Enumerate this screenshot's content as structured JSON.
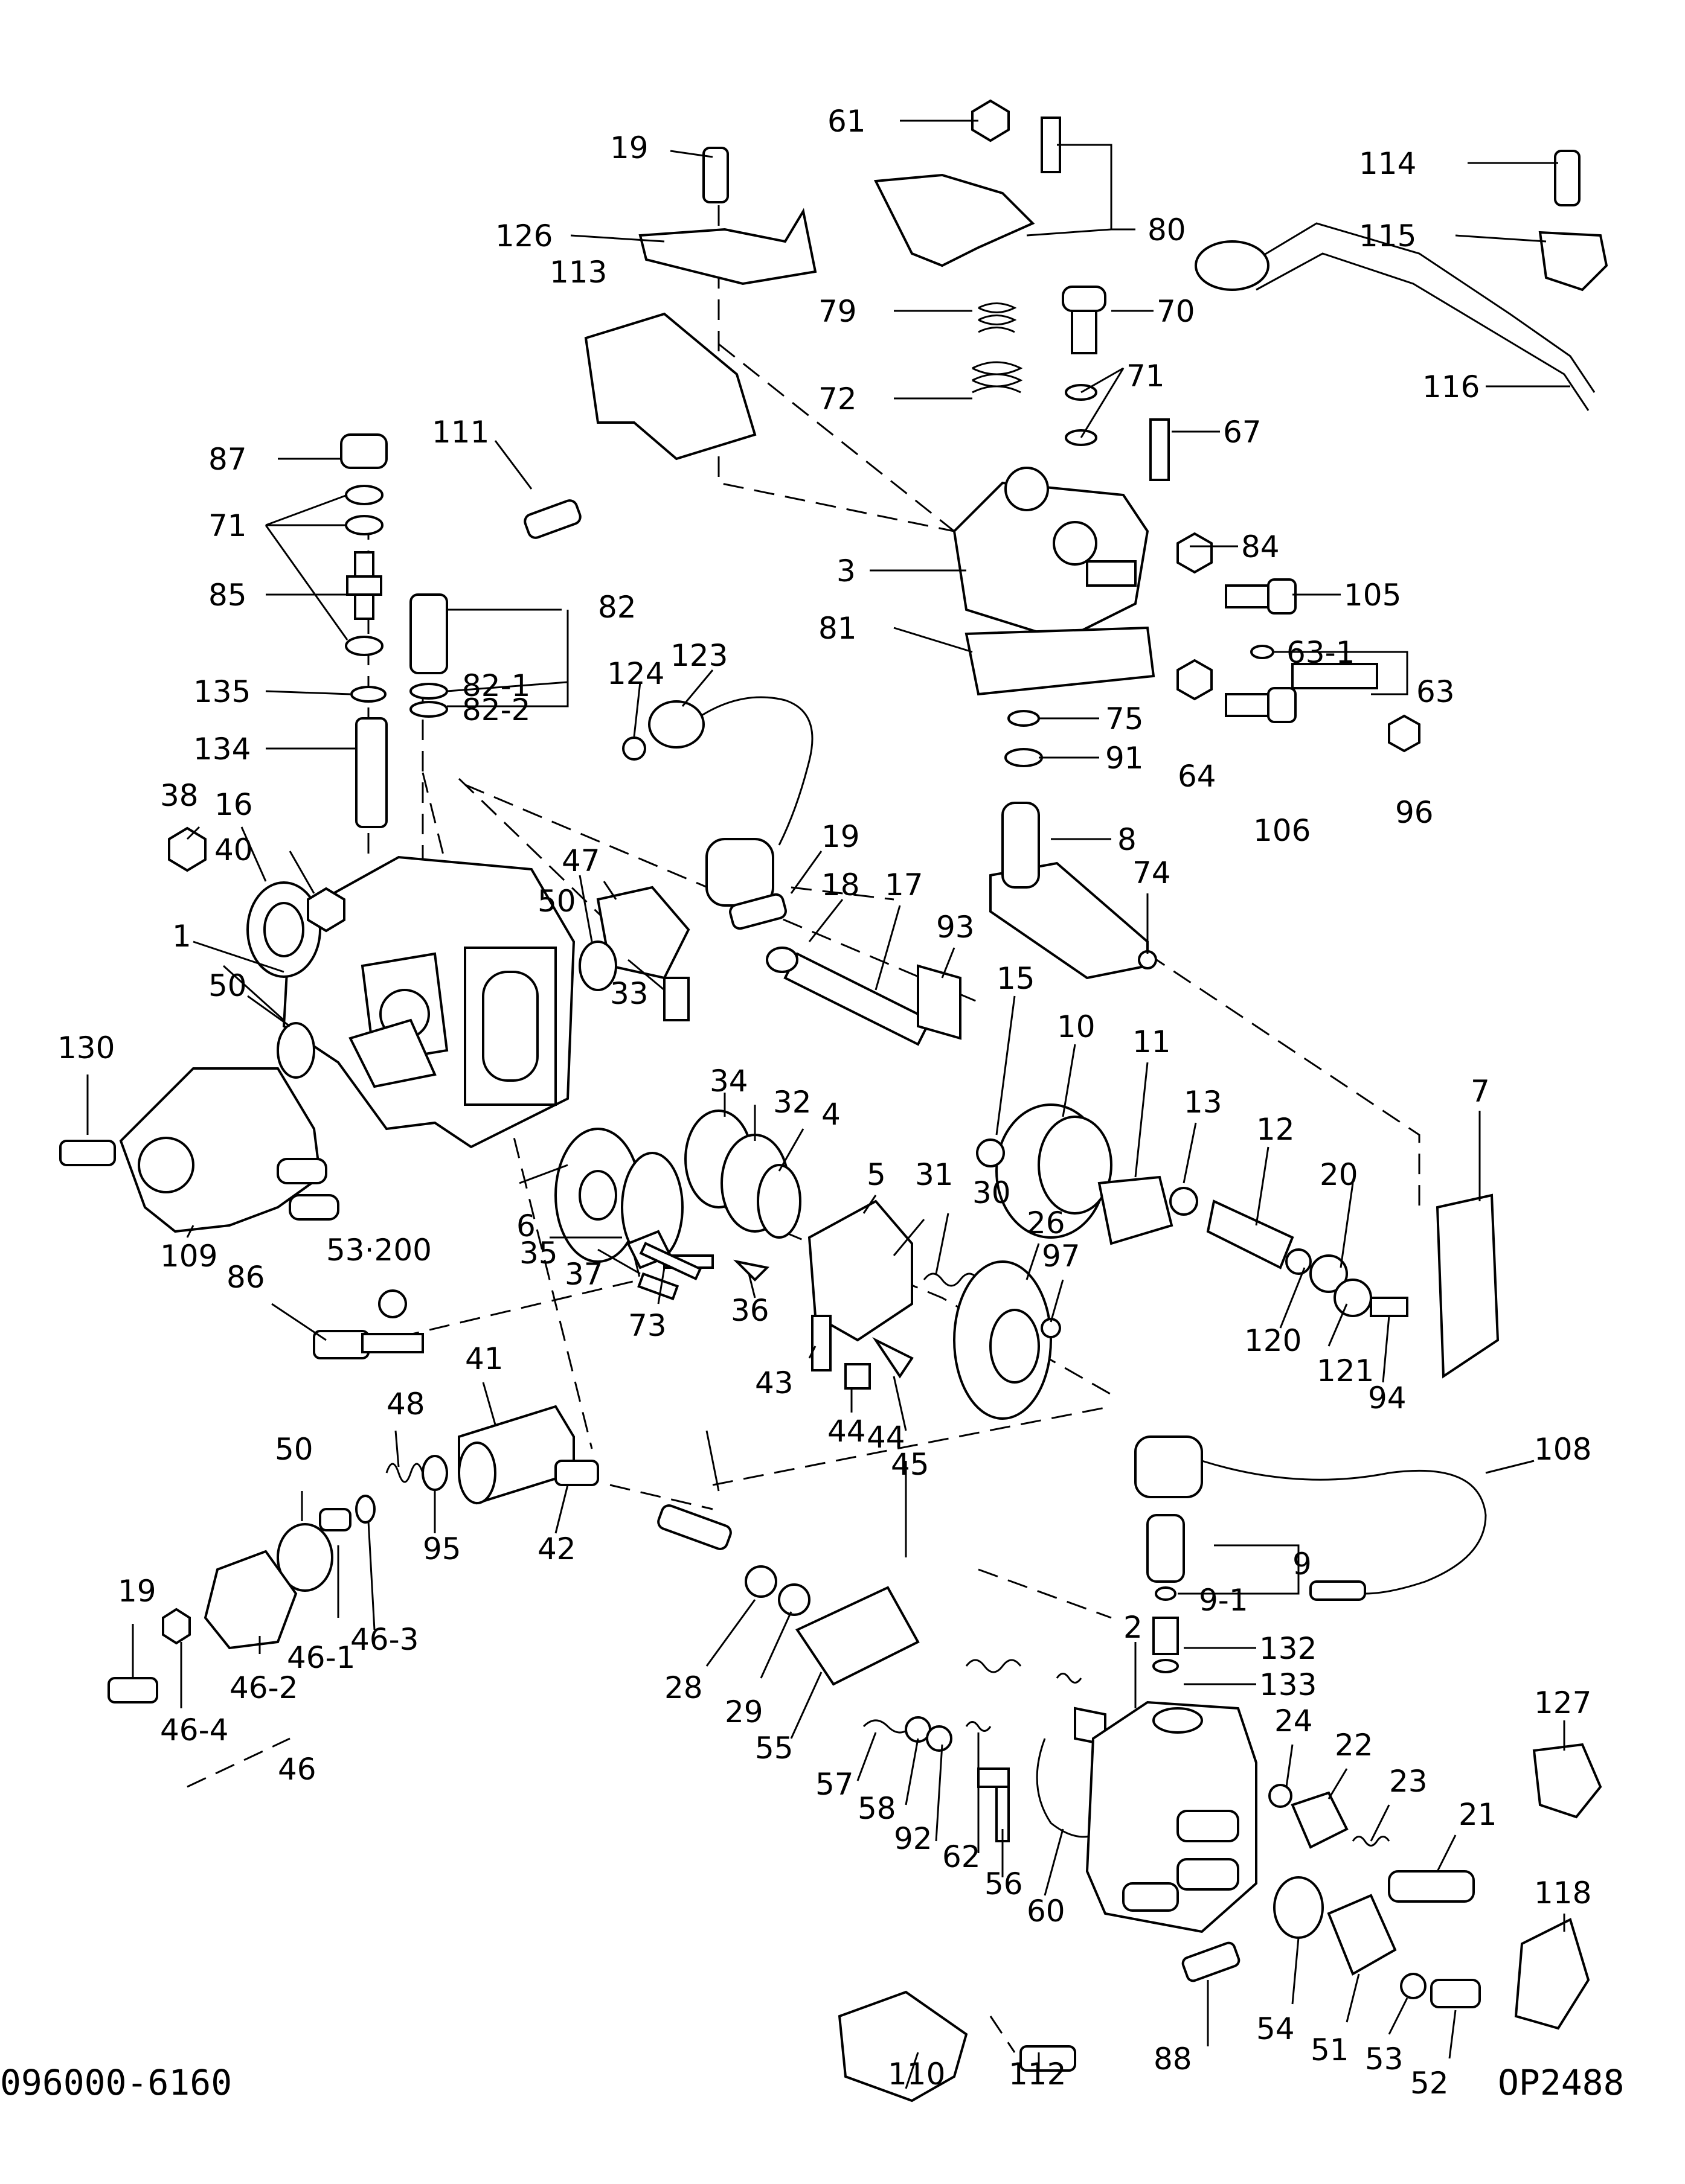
{
  "footer": {
    "left": "096000-6160",
    "right": "OP2488"
  },
  "labels": {
    "p1": "1",
    "p2": "2",
    "p3": "3",
    "p4": "4",
    "p5": "5",
    "p6": "6",
    "p7": "7",
    "p8": "8",
    "p9": "9",
    "p9_1": "9-1",
    "p10": "10",
    "p11": "11",
    "p12": "12",
    "p13": "13",
    "p15": "15",
    "p16": "16",
    "p17": "17",
    "p18": "18",
    "p19a": "19",
    "p19b": "19",
    "p19c": "19",
    "p20": "20",
    "p21": "21",
    "p22": "22",
    "p23": "23",
    "p24": "24",
    "p26": "26",
    "p28": "28",
    "p29": "29",
    "p30": "30",
    "p31": "31",
    "p32": "32",
    "p33": "33",
    "p34": "34",
    "p35": "35",
    "p36": "36",
    "p37": "37",
    "p38": "38",
    "p40": "40",
    "p41": "41",
    "p42": "42",
    "p43": "43",
    "p44a": "44",
    "p44b": "44",
    "p45": "45",
    "p46": "46",
    "p46_1": "46-1",
    "p46_2": "46-2",
    "p46_3": "46-3",
    "p46_4": "46-4",
    "p47": "47",
    "p48": "48",
    "p50a": "50",
    "p50b": "50",
    "p50c": "50",
    "p51": "51",
    "p52": "52",
    "p53": "53",
    "p53_200": "53·200",
    "p54": "54",
    "p55": "55",
    "p56": "56",
    "p57": "57",
    "p58": "58",
    "p60": "60",
    "p61": "61",
    "p62": "62",
    "p63": "63",
    "p63_1": "63-1",
    "p64": "64",
    "p67": "67",
    "p70": "70",
    "p71a": "71",
    "p71b": "71",
    "p72": "72",
    "p73": "73",
    "p74": "74",
    "p75": "75",
    "p79": "79",
    "p80": "80",
    "p81": "81",
    "p82": "82",
    "p82_1": "82-1",
    "p82_2": "82-2",
    "p84": "84",
    "p85": "85",
    "p86": "86",
    "p87": "87",
    "p88": "88",
    "p91": "91",
    "p92": "92",
    "p93": "93",
    "p94": "94",
    "p95": "95",
    "p96": "96",
    "p97": "97",
    "p105": "105",
    "p106": "106",
    "p108": "108",
    "p109": "109",
    "p110": "110",
    "p111": "111",
    "p112": "112",
    "p113": "113",
    "p114": "114",
    "p115": "115",
    "p116": "116",
    "p118": "118",
    "p120": "120",
    "p121": "121",
    "p123": "123",
    "p124": "124",
    "p126": "126",
    "p127": "127",
    "p130": "130",
    "p132": "132",
    "p133": "133",
    "p134": "134",
    "p135": "135"
  }
}
